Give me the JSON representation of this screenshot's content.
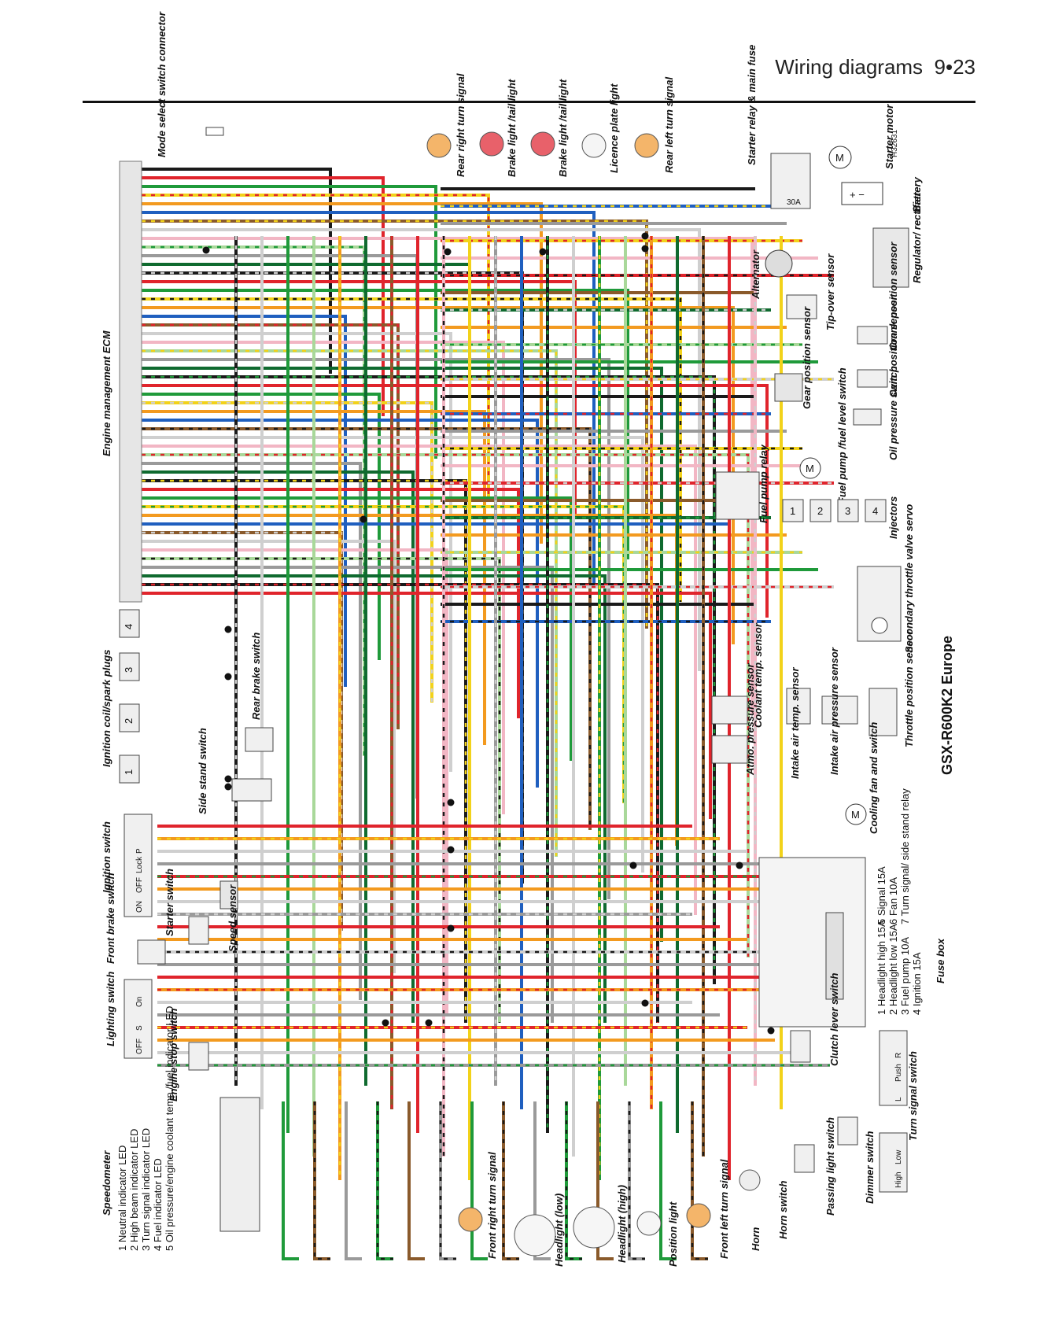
{
  "header": {
    "title": "Wiring diagrams",
    "page": "9•23"
  },
  "diagram_id": "H32631",
  "model": "GSX-R600K2 Europe",
  "colors": {
    "black": "#1a1a1a",
    "red": "#e0242c",
    "green": "#1f9a3a",
    "yellow": "#f2d21a",
    "orange": "#f39a1f",
    "blue": "#1f5fbf",
    "brown": "#8a5a2b",
    "white": "#cfcfcf",
    "pink": "#f2b6c4",
    "lightgreen": "#a9d89a",
    "lightblue": "#9fd0ee",
    "grey": "#9a9a9a",
    "darkgreen": "#0f6a2f"
  },
  "components": {
    "ecm": "Engine management ECM",
    "mode_select": "Mode select switch connector",
    "rear_right_turn": "Rear right turn signal",
    "brake_light_1": "Brake light /tail light",
    "brake_light_2": "Brake light /tail light",
    "licence_plate": "Licence plate light",
    "rear_left_turn": "Rear left turn signal",
    "starter_relay": "Starter relay & main fuse",
    "starter_motor": "Starter motor",
    "battery": "Battery",
    "regulator": "Regulator/ rectifier",
    "alternator": "Alternator",
    "tipover": "Tip-over sensor",
    "crank": "Crank position sensor",
    "gear": "Gear position sensor",
    "cam": "Cam position sensor",
    "oil_pressure": "Oil pressure switch",
    "fuel_pump": "Fuel pump /fuel level switch",
    "fuel_pump_relay": "Fuel pump relay",
    "injectors": "Injectors",
    "secondary_throttle": "Secondary throttle valve servo",
    "throttle_position": "Throttle position sensor",
    "coolant_temp": "Coolant temp. sensor",
    "intake_air_temp": "Intake air temp. sensor",
    "intake_air_pressure": "Intake air pressure sensor",
    "atmo_pressure": "Atmo. pressure sensor",
    "cooling_fan": "Cooling fan and switch",
    "ignition_coil": "Ignition coil/spark plugs",
    "rear_brake": "Rear brake switch",
    "side_stand": "Side stand switch",
    "ignition_switch": "Ignition switch",
    "starter_switch": "Starter switch",
    "speed_sensor": "Speed sensor",
    "front_brake": "Front brake switch",
    "lighting_switch": "Lighting switch",
    "engine_stop": "Engine stop switch",
    "speedometer": "Speedometer",
    "front_right_turn": "Front right turn signal",
    "headlight_low": "Headlight (low)",
    "headlight_high": "Headlight (high)",
    "position_light": "Position light",
    "front_left_turn": "Front left turn signal",
    "horn": "Horn",
    "horn_switch": "Horn switch",
    "passing_switch": "Passing light switch",
    "dimmer_switch": "Dimmer switch",
    "turn_switch": "Turn signal switch",
    "clutch_switch": "Clutch lever switch",
    "fuse_box": "Fuse box"
  },
  "ignition_positions": [
    "ON",
    "OFF",
    "Lock",
    "P"
  ],
  "lighting_positions": [
    "OFF",
    "S",
    "On"
  ],
  "dimmer_positions": [
    "High",
    "Low"
  ],
  "turn_positions": [
    "L",
    "Push",
    "R"
  ],
  "fuse_fuse30": "30A",
  "fuse_list": [
    "1 Headlight high 15A",
    "2 Headlight low 15A",
    "3 Fuel pump 10A",
    "4 Ignition 15A",
    "5 Signal 15A",
    "6 Fan 10A",
    "7 Turn signal/ side stand relay"
  ],
  "speedo_list": [
    "1 Neutral indicator LED",
    "2 High beam indicator LED",
    "3 Turn signal indicator LED",
    "4 Fuel indicator LED",
    "5 Oil pressure/engine coolant temp./fuel indicator LED"
  ],
  "coil_numbers": [
    "1",
    "2",
    "3",
    "4"
  ],
  "injector_numbers": [
    "1",
    "2",
    "3",
    "4"
  ]
}
